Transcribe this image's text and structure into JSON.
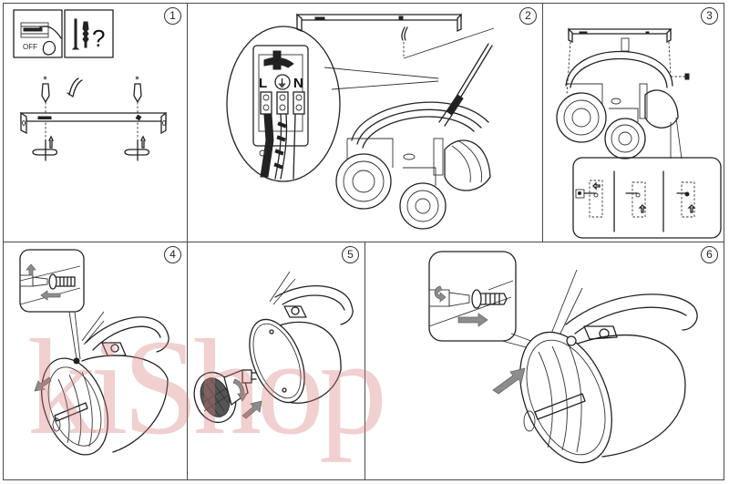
{
  "title": "Spotlight fixture installation instructions",
  "steps": [
    {
      "number": "1",
      "label": "①",
      "description": "Switch off power; drill, plug and screw mounting bracket to ceiling",
      "icons": [
        "breaker-off-icon",
        "screw-and-plug-icon",
        "question-icon"
      ],
      "text": {
        "off": "OFF",
        "question": "?"
      }
    },
    {
      "number": "2",
      "label": "②",
      "description": "Connect wires to terminal block",
      "terminal_labels": {
        "live": "L",
        "earth": "⏚",
        "neutral": "N"
      }
    },
    {
      "number": "3",
      "label": "③",
      "description": "Hang fixture on bracket and secure with screws",
      "detail_frames": 3
    },
    {
      "number": "4",
      "label": "④",
      "description": "Loosen set screw and remove front ring"
    },
    {
      "number": "5",
      "label": "⑤",
      "description": "Insert bulb into lamp head"
    },
    {
      "number": "6",
      "label": "⑥",
      "description": "Replace front ring and tighten set screw"
    }
  ],
  "watermark": "kiShop",
  "colors": {
    "line": "#222222",
    "border": "#4a4a4a",
    "arrow": "#8d8d8d",
    "watermark": "#d67878"
  }
}
